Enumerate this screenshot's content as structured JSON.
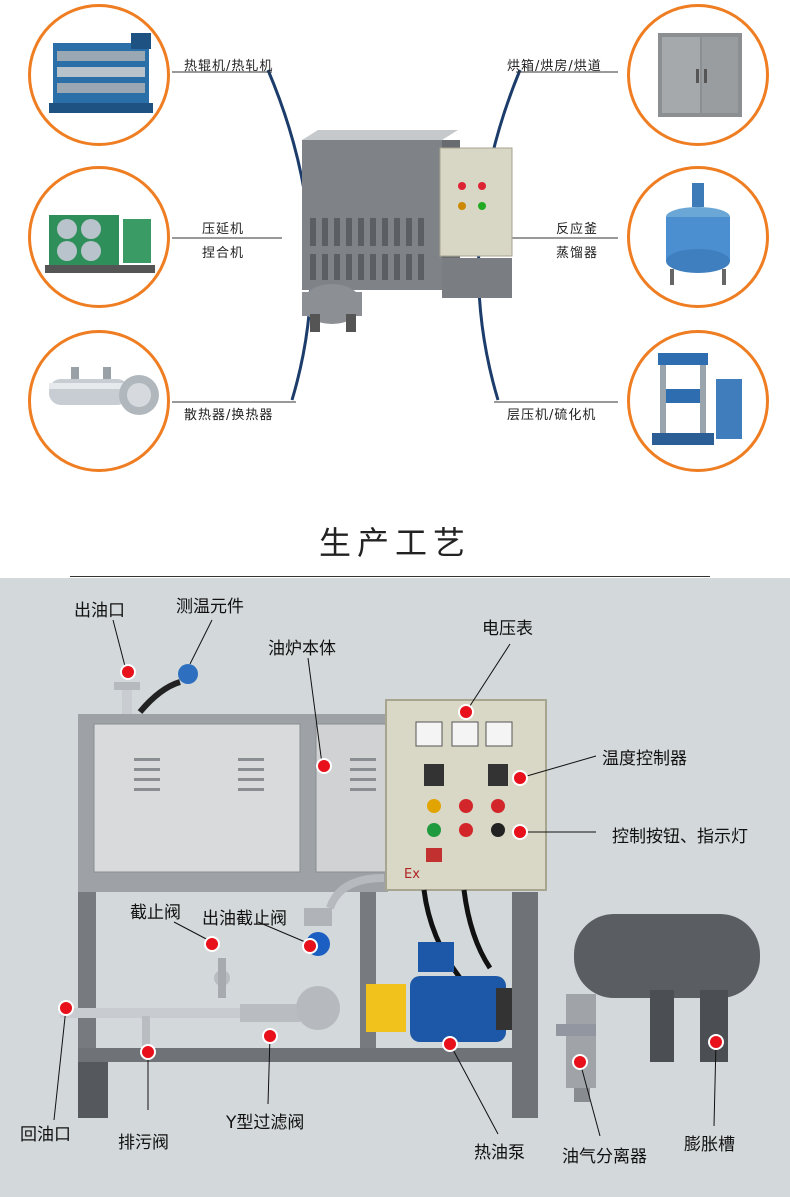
{
  "applications": {
    "left": [
      {
        "label": "热辊机/热轧机",
        "icon": "roller-machine-icon"
      },
      {
        "label_1": "压延机",
        "label_2": "捏合机",
        "icon": "calender-machine-icon"
      },
      {
        "label": "散热器/换热器",
        "icon": "heat-exchanger-icon"
      }
    ],
    "right": [
      {
        "label": "烘箱/烘房/烘道",
        "icon": "oven-icon"
      },
      {
        "label_1": "反应釜",
        "label_2": "蒸馏器",
        "icon": "reactor-icon"
      },
      {
        "label": "层压机/硫化机",
        "icon": "press-machine-icon"
      }
    ]
  },
  "section_title": "生产工艺",
  "parts": {
    "outlet": "出油口",
    "temp_sensor": "测温元件",
    "furnace_body": "油炉本体",
    "voltmeter": "电压表",
    "temp_controller": "温度控制器",
    "buttons_lights": "控制按钮、指示灯",
    "stop_valve": "截止阀",
    "outlet_stop_valve": "出油截止阀",
    "return_port": "回油口",
    "drain_valve": "排污阀",
    "y_filter": "Y型过滤阀",
    "oil_pump": "热油泵",
    "separator": "油气分离器",
    "expansion_tank": "膨胀槽"
  },
  "panel_text": {
    "ex_mark": "Ex"
  },
  "colors": {
    "accent": "#ef7d22",
    "marker": "#e8101a",
    "diagram_bg": "#d3d8db"
  }
}
